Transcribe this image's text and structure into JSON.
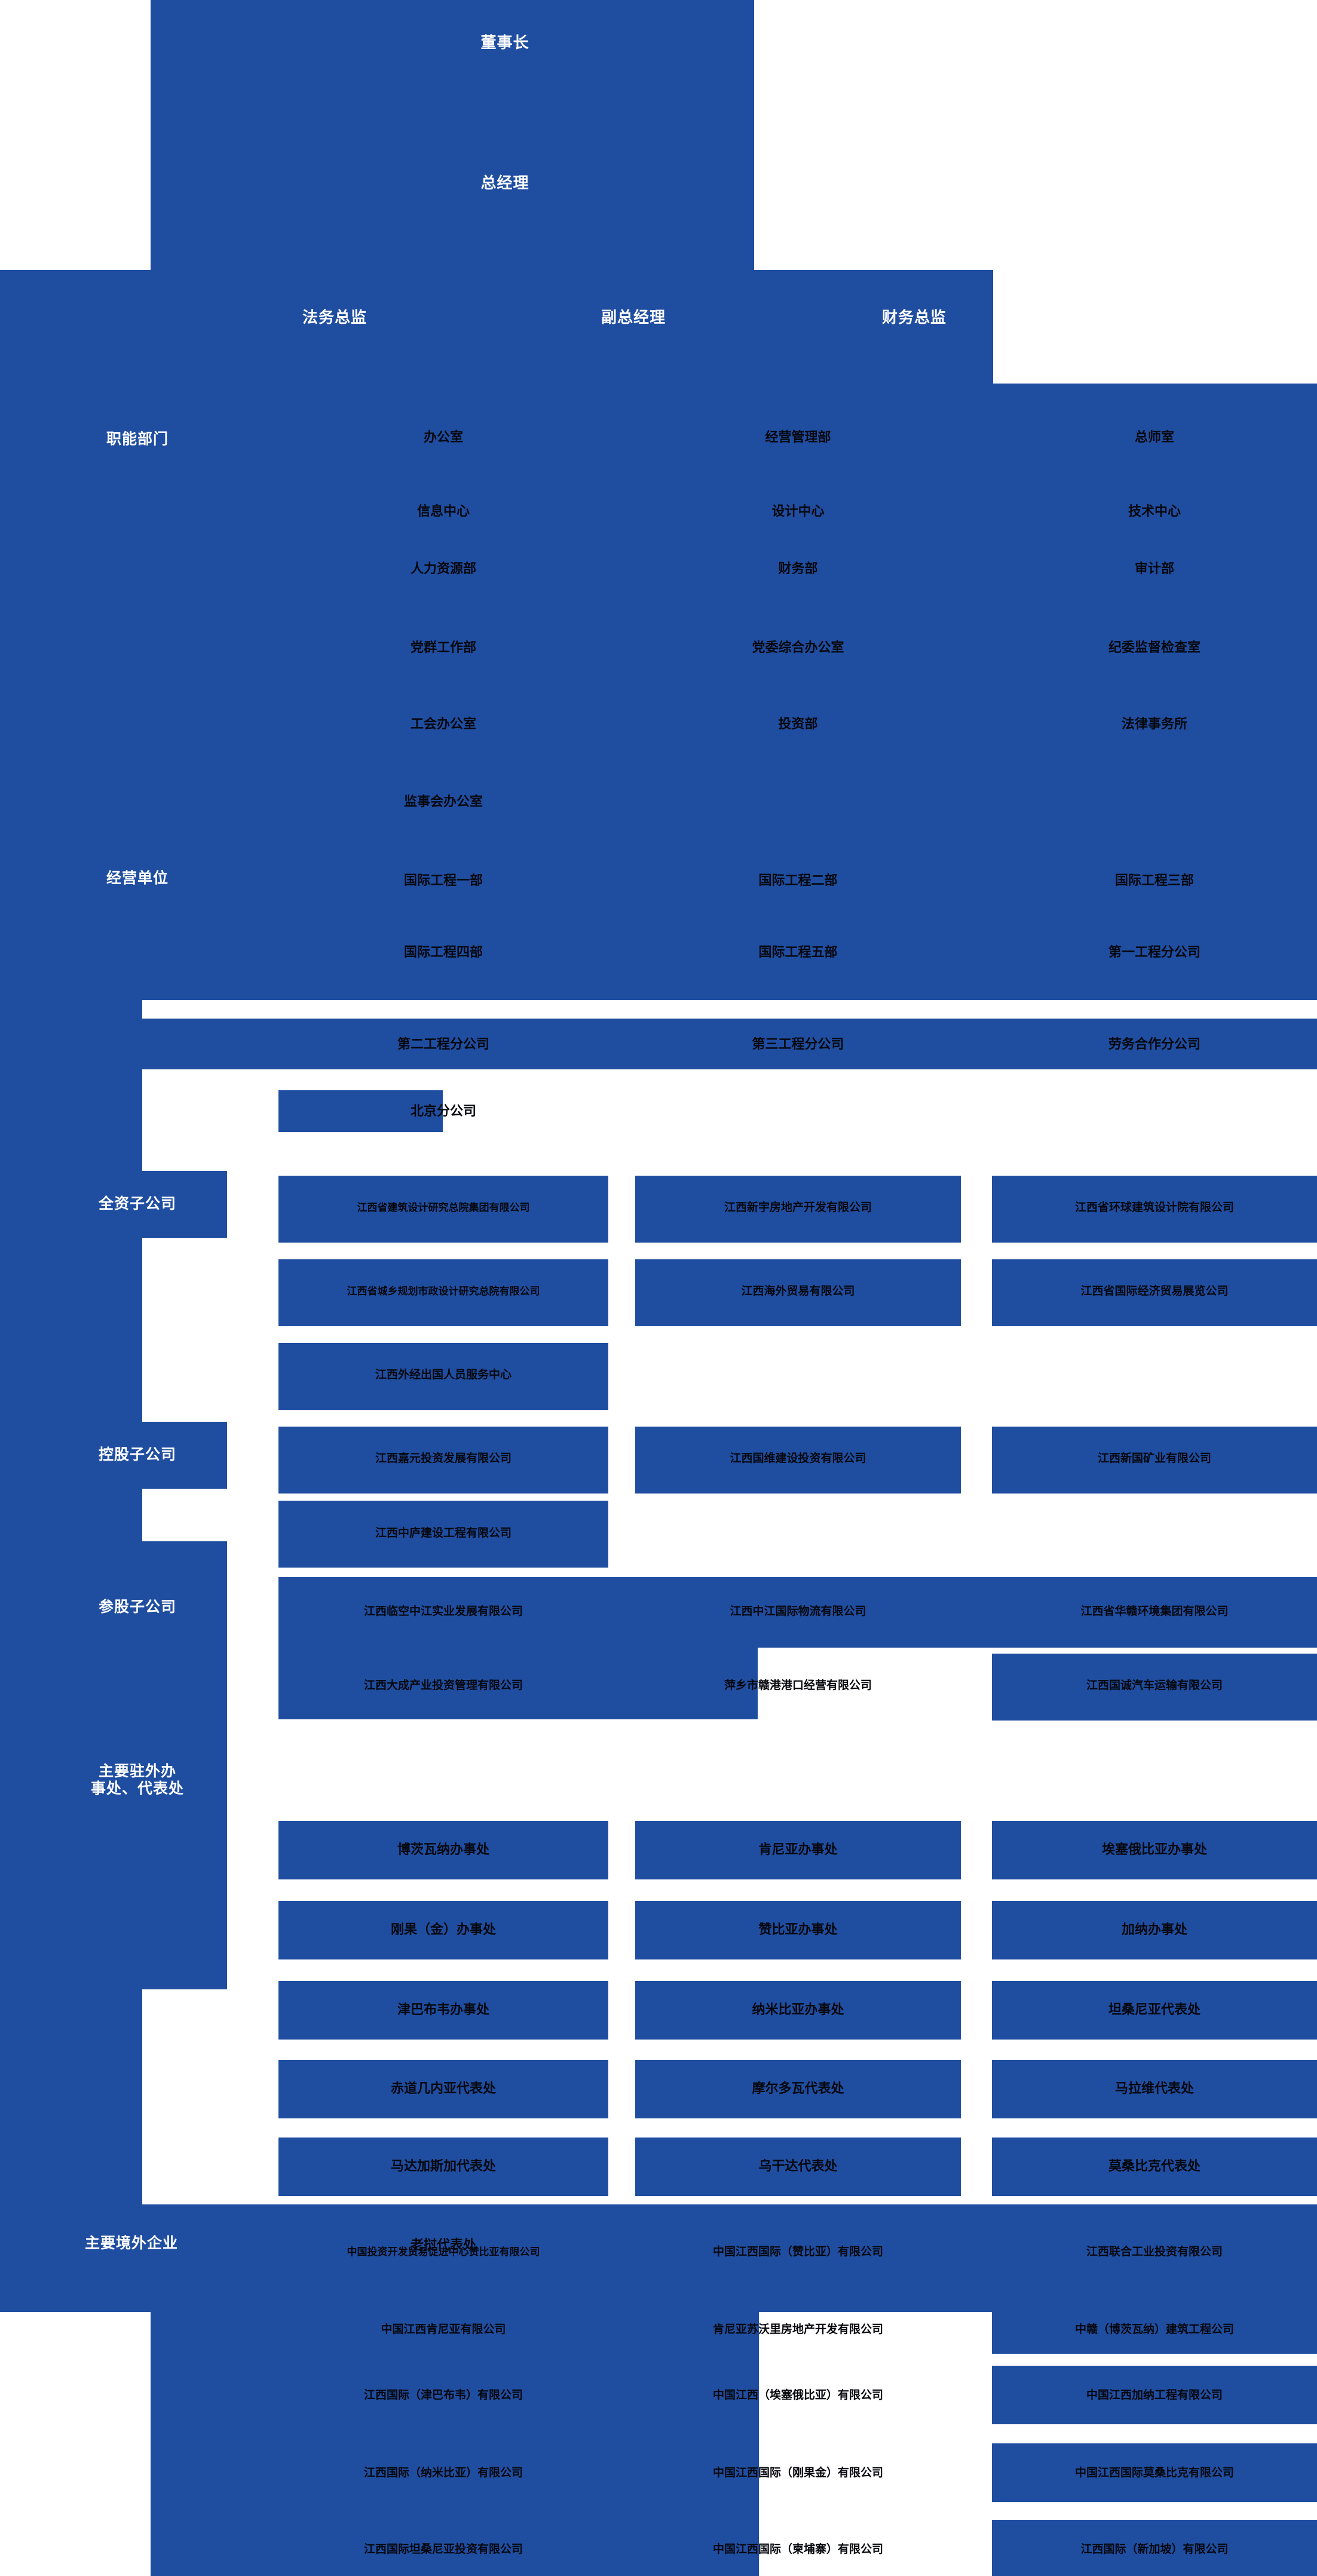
{
  "meta": {
    "brand_blue": "#1f4ea1",
    "text_white": "#ffffff",
    "text_dark": "#06070d"
  },
  "executives": {
    "chairman": "董事长",
    "general_manager": "总经理",
    "legal_director": "法务总监",
    "deputy_general_manager": "副总经理",
    "finance_director": "财务总监"
  },
  "sections": {
    "functional": "职能部门",
    "business_units": "经营单位",
    "wholly_owned": "全资子公司",
    "holding": "控股子公司",
    "equity": "参股子公司",
    "overseas_offices_line1": "主要驻外办",
    "overseas_offices_line2": "事处、代表处",
    "overseas_enterprises": "主要境外企业"
  },
  "functional_departments": [
    [
      "办公室",
      "经营管理部",
      "总师室"
    ],
    [
      "信息中心",
      "设计中心",
      "技术中心"
    ],
    [
      "人力资源部",
      "财务部",
      "审计部"
    ],
    [
      "党群工作部",
      "党委综合办公室",
      "纪委监督检查室"
    ],
    [
      "工会办公室",
      "投资部",
      "法律事务所"
    ],
    [
      "监事会办公室",
      "",
      ""
    ]
  ],
  "business_units": [
    [
      "国际工程一部",
      "国际工程二部",
      "国际工程三部"
    ],
    [
      "国际工程四部",
      "国际工程五部",
      "第一工程分公司"
    ],
    [
      "第二工程分公司",
      "第三工程分公司",
      "劳务合作分公司"
    ],
    [
      "北京分公司",
      "",
      ""
    ]
  ],
  "wholly_owned_subsidiaries": [
    [
      "江西省建筑设计研究总院集团有限公司",
      "江西新宇房地产开发有限公司",
      "江西省环球建筑设计院有限公司"
    ],
    [
      "江西省城乡规划市政设计研究总院有限公司",
      "江西海外贸易有限公司",
      "江西省国际经济贸易展览公司"
    ],
    [
      "江西外经出国人员服务中心",
      "",
      ""
    ]
  ],
  "holding_subsidiaries": [
    [
      "江西嘉元投资发展有限公司",
      "江西国维建设投资有限公司",
      "江西新国矿业有限公司"
    ],
    [
      "江西中庐建设工程有限公司",
      "",
      ""
    ]
  ],
  "equity_subsidiaries": [
    [
      "江西临空中江实业发展有限公司",
      "江西中江国际物流有限公司",
      "江西省华赣环境集团有限公司"
    ],
    [
      "江西大成产业投资管理有限公司",
      "萍乡市赣港港口经营有限公司",
      "江西国诚汽车运输有限公司"
    ]
  ],
  "overseas_offices": [
    [
      "博茨瓦纳办事处",
      "肯尼亚办事处",
      "埃塞俄比亚办事处"
    ],
    [
      "刚果（金）办事处",
      "赞比亚办事处",
      "加纳办事处"
    ],
    [
      "津巴布韦办事处",
      "纳米比亚办事处",
      "坦桑尼亚代表处"
    ],
    [
      "赤道几内亚代表处",
      "摩尔多瓦代表处",
      "马拉维代表处"
    ],
    [
      "马达加斯加代表处",
      "乌干达代表处",
      "莫桑比克代表处"
    ],
    [
      "老挝代表处",
      "",
      ""
    ]
  ],
  "overseas_enterprises": [
    [
      "中国投资开发贸易促进中心赞比亚有限公司",
      "中国江西国际（赞比亚）有限公司",
      "江西联合工业投资有限公司"
    ],
    [
      "中国江西肯尼亚有限公司",
      "肯尼亚苏沃里房地产开发有限公司",
      "中赣（博茨瓦纳）建筑工程公司"
    ],
    [
      "江西国际（津巴布韦）有限公司",
      "中国江西（埃塞俄比亚）有限公司",
      "中国江西加纳工程有限公司"
    ],
    [
      "江西国际（纳米比亚）有限公司",
      "中国江西国际（刚果金）有限公司",
      "中国江西国际莫桑比克有限公司"
    ],
    [
      "江西国际坦桑尼亚投资有限公司",
      "中国江西国际（柬埔寨）有限公司",
      "江西国际（新加坡）有限公司"
    ]
  ]
}
